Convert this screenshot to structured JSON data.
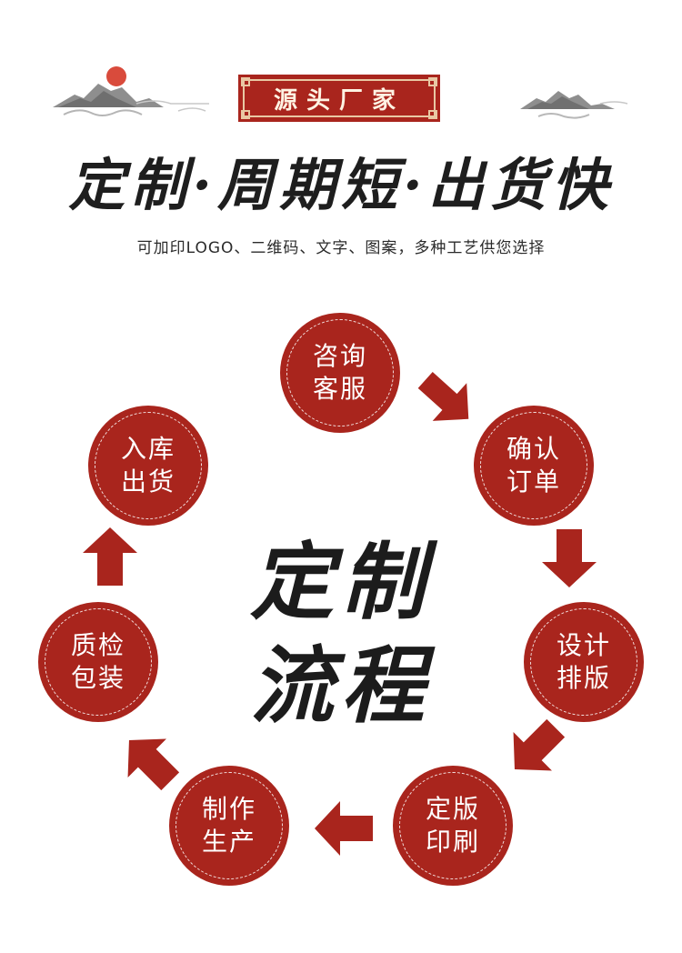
{
  "colors": {
    "accent_red": "#a9251d",
    "text_dark": "#1e1e1e",
    "badge_border": "#e9c8a4",
    "mountain": "#8a8a8a",
    "sun": "#d94b3c"
  },
  "badge": {
    "text": "源头厂家"
  },
  "headline": {
    "text": "定制·周期短·出货快"
  },
  "subline": {
    "text": "可加印LOGO、二维码、文字、图案，多种工艺供您选择"
  },
  "center_title": {
    "line1": "定制",
    "line2": "流程"
  },
  "steps": [
    {
      "line1": "咨询",
      "line2": "客服"
    },
    {
      "line1": "确认",
      "line2": "订单"
    },
    {
      "line1": "设计",
      "line2": "排版"
    },
    {
      "line1": "定版",
      "line2": "印刷"
    },
    {
      "line1": "制作",
      "line2": "生产"
    },
    {
      "line1": "质检",
      "line2": "包装"
    },
    {
      "line1": "入库",
      "line2": "出货"
    }
  ],
  "icons": {
    "left_decoration": "mountain-sun-cloud-icon",
    "right_decoration": "mountain-cloud-icon",
    "arrow": "arrow-icon"
  }
}
